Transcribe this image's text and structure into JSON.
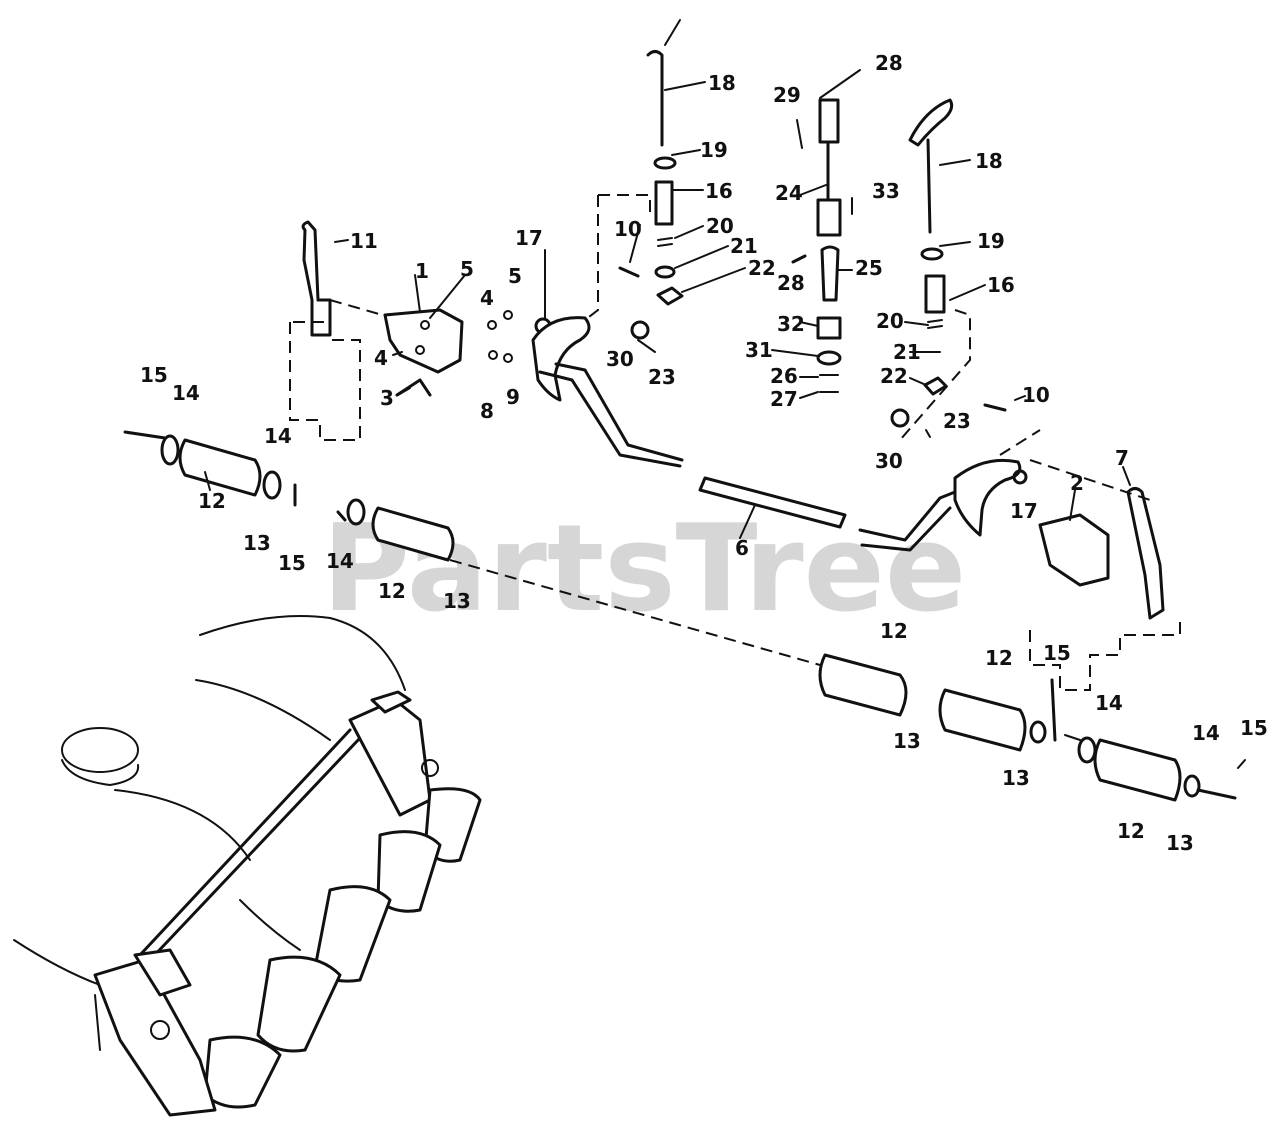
{
  "watermark": "PartsTree",
  "callouts": {
    "c1": "1",
    "c2": "2",
    "c3": "3",
    "c4a": "4",
    "c4b": "4",
    "c5a": "5",
    "c5b": "5",
    "c6": "6",
    "c7": "7",
    "c8": "8",
    "c9": "9",
    "c10a": "10",
    "c10b": "10",
    "c11": "11",
    "c12a": "12",
    "c12b": "12",
    "c12c": "12",
    "c12d": "12",
    "c12e": "12",
    "c13a": "13",
    "c13b": "13",
    "c13c": "13",
    "c13d": "13",
    "c13e": "13",
    "c14a": "14",
    "c14b": "14",
    "c14c": "14",
    "c14d": "14",
    "c14e": "14",
    "c15a": "15",
    "c15b": "15",
    "c15c": "15",
    "c15d": "15",
    "c16a": "16",
    "c16b": "16",
    "c17a": "17",
    "c17b": "17",
    "c18a": "18",
    "c18b": "18",
    "c19a": "19",
    "c19b": "19",
    "c20a": "20",
    "c20b": "20",
    "c21a": "21",
    "c21b": "21",
    "c22a": "22",
    "c22b": "22",
    "c23a": "23",
    "c23b": "23",
    "c24": "24",
    "c25": "25",
    "c26": "26",
    "c27": "27",
    "c28a": "28",
    "c28b": "28",
    "c29": "29",
    "c30a": "30",
    "c30b": "30",
    "c31": "31",
    "c32": "32",
    "c33": "33"
  }
}
